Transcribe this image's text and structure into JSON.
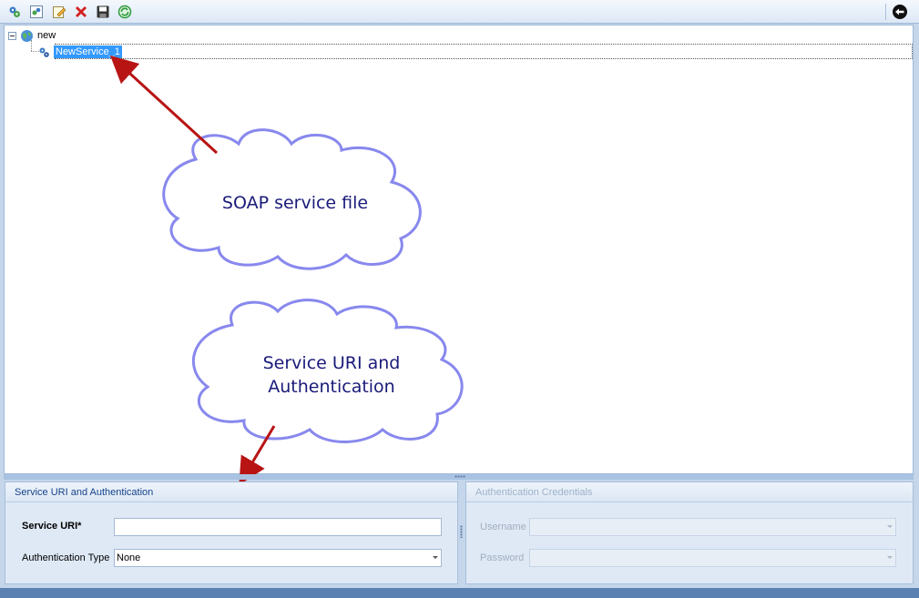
{
  "toolbar": {
    "buttons": [
      {
        "icon": "add-service-icon"
      },
      {
        "icon": "import-icon"
      },
      {
        "icon": "edit-icon"
      },
      {
        "icon": "delete-icon",
        "color": "#d42020"
      },
      {
        "icon": "save-icon"
      },
      {
        "icon": "refresh-icon",
        "color": "#2d9a3c"
      }
    ],
    "right_button": {
      "icon": "back-arrow-icon"
    }
  },
  "tree": {
    "root": {
      "label": "new",
      "icon": "globe-icon",
      "expanded": true
    },
    "children": [
      {
        "label": "NewService_1",
        "icon": "service-gear-icon",
        "selected": true
      }
    ]
  },
  "annotations": {
    "cloud_1_text": "SOAP service file",
    "cloud_2_line1": "Service URI and",
    "cloud_2_line2": "Authentication",
    "cloud_stroke": "#8888ee",
    "arrow_color": "#b81414"
  },
  "service_group": {
    "title": "Service URI and Authentication",
    "uri_label": "Service URI*",
    "uri_value": "",
    "auth_type_label": "Authentication Type",
    "auth_type_value": "None"
  },
  "credentials_group": {
    "title": "Authentication Credentials",
    "username_label": "Username",
    "username_value": "",
    "password_label": "Password",
    "password_value": ""
  }
}
